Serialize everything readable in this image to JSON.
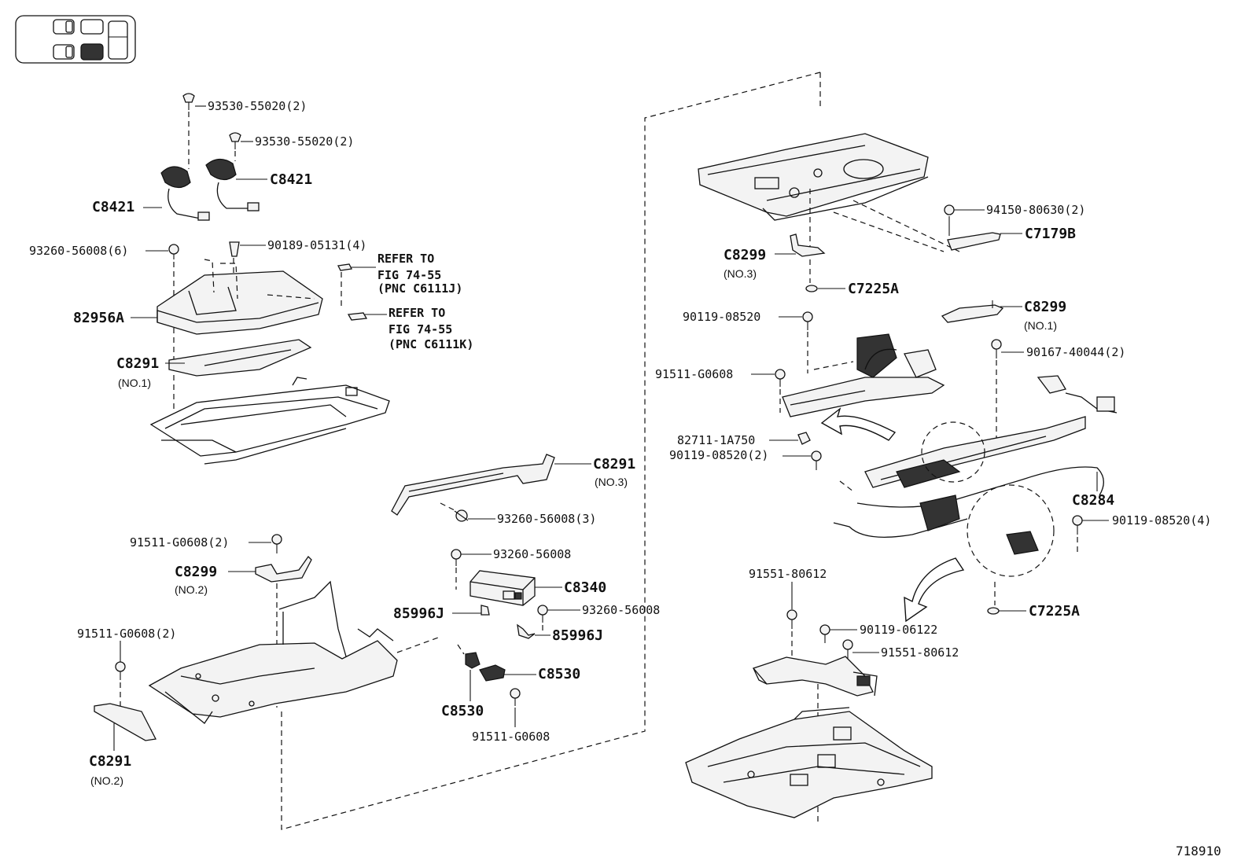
{
  "figure_number": "718910",
  "labels": {
    "left_screw_1": "93530-55020(2)",
    "left_screw_2": "93530-55020(2)",
    "c8421_right": "C8421",
    "c8421_left": "C8421",
    "clip_90189": "90189-05131(4)",
    "screw_93260_6": "93260-56008(6)",
    "refer_1_line1": "REFER TO",
    "refer_1_line2": "FIG 74-55",
    "refer_1_line3": "(PNC C6111J)",
    "refer_2_line1": "REFER TO",
    "refer_2_line2": "FIG 74-55",
    "refer_2_line3": "(PNC C6111K)",
    "cover_82956a": "82956A",
    "c8291_no1": "C8291",
    "c8291_no1_note": "(NO.1)",
    "c8291_no3": "C8291",
    "c8291_no3_note": "(NO.3)",
    "screw_93260_3": "93260-56008(3)",
    "screw_91511_2a": "91511-G0608(2)",
    "c8299_no2": "C8299",
    "c8299_no2_note": "(NO.2)",
    "screw_93260_a": "93260-56008",
    "c8340": "C8340",
    "j85996_left": "85996J",
    "screw_93260_b": "93260-56008",
    "j85996_right": "85996J",
    "screw_91511_2b": "91511-G0608(2)",
    "c8530_right": "C8530",
    "c8530_left": "C8530",
    "screw_91511_c": "91511-G0608",
    "c8291_no2": "C8291",
    "c8291_no2_note": "(NO.2)",
    "nut_94150": "94150-80630(2)",
    "c7179b": "C7179B",
    "c8299_no3": "C8299",
    "c8299_no3_note": "(NO.3)",
    "c7225a_top": "C7225A",
    "bolt_90119_a": "90119-08520",
    "c8299_no1": "C8299",
    "c8299_no1_note": "(NO.1)",
    "bolt_90167": "90167-40044(2)",
    "screw_91511_d": "91511-G0608",
    "clip_82711": "82711-1A750",
    "bolt_90119_2": "90119-08520(2)",
    "c8284": "C8284",
    "bolt_90119_4": "90119-08520(4)",
    "bolt_91551_a": "91551-80612",
    "c7225a_bottom": "C7225A",
    "bolt_90119_06122": "90119-06122",
    "bolt_91551_b": "91551-80612"
  }
}
